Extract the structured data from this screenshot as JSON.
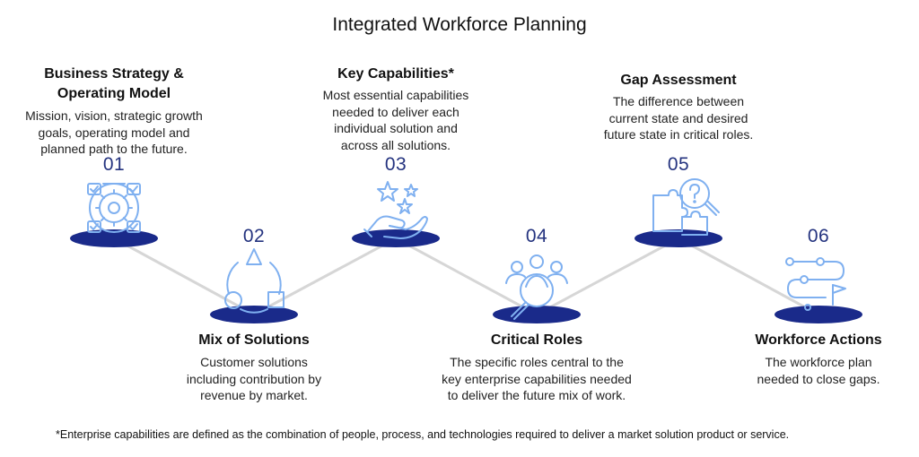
{
  "title": "Integrated Workforce Planning",
  "colors": {
    "accent": "#24337f",
    "ellipse": "#1a2a8a",
    "icon": "#7fb0f0",
    "connector": "#d6d6d6"
  },
  "steps": [
    {
      "number": "01",
      "heading": "Business Strategy & Operating Model",
      "heading_lines": [
        "Business Strategy &",
        "Operating Model"
      ],
      "description_lines": [
        "Mission, vision, strategic growth",
        "goals, operating model and",
        "planned path to the future."
      ],
      "icon": "gear-checklist-icon"
    },
    {
      "number": "02",
      "heading": "Mix of Solutions",
      "heading_lines": [
        "Mix of Solutions"
      ],
      "description_lines": [
        "Customer solutions",
        "including contribution by",
        "revenue by market."
      ],
      "icon": "shapes-cycle-icon"
    },
    {
      "number": "03",
      "heading": "Key Capabilities*",
      "heading_lines": [
        "Key Capabilities*"
      ],
      "description_lines": [
        "Most essential capabilities",
        "needed to deliver each",
        "individual solution and",
        "across all solutions."
      ],
      "icon": "hand-stars-icon"
    },
    {
      "number": "04",
      "heading": "Critical Roles",
      "heading_lines": [
        "Critical Roles"
      ],
      "description_lines": [
        "The specific roles central to the",
        "key enterprise capabilities needed",
        "to deliver the future mix of work."
      ],
      "icon": "people-magnifier-icon"
    },
    {
      "number": "05",
      "heading": "Gap Assessment",
      "heading_lines": [
        "Gap Assessment"
      ],
      "description_lines": [
        "The difference between",
        "current state and desired",
        "future state in critical roles."
      ],
      "icon": "puzzle-question-icon"
    },
    {
      "number": "06",
      "heading": "Workforce Actions",
      "heading_lines": [
        "Workforce Actions"
      ],
      "description_lines": [
        "The workforce plan",
        "needed to close gaps."
      ],
      "icon": "path-flag-icon"
    }
  ],
  "footnote": "*Enterprise capabilities are defined as the combination of people, process, and technologies required to deliver a market solution product or service."
}
